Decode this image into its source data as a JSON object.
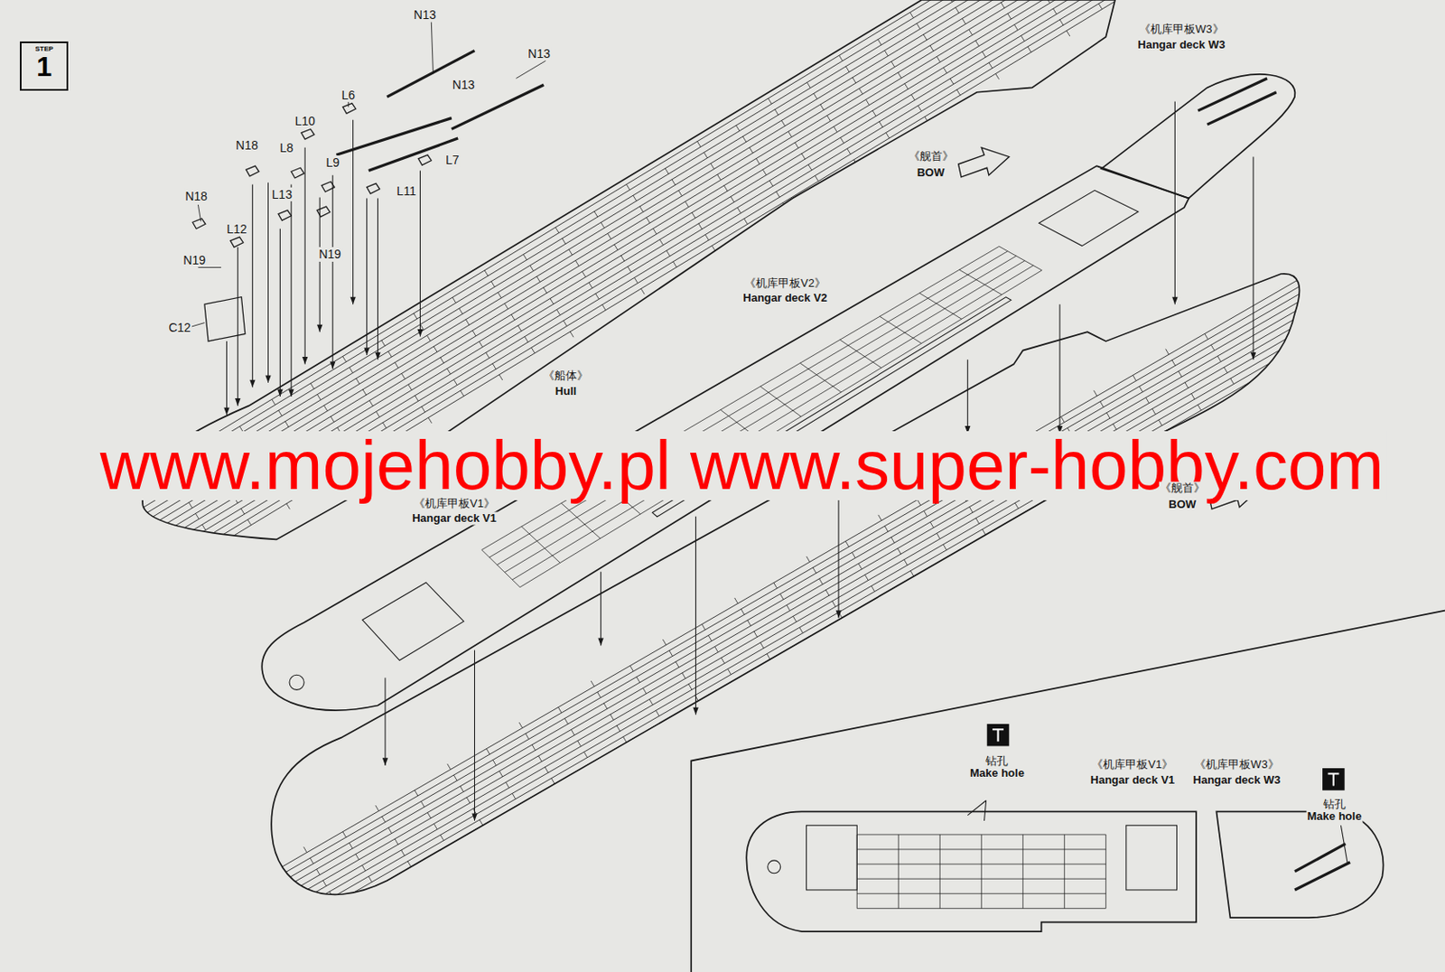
{
  "diagram": {
    "nodes": [
      {
        "text": [
          "STEP",
          "1"
        ]
      }
    ],
    "labels": [
      "N13",
      "N13",
      "N13",
      "L6",
      "L10",
      "N18",
      "L8",
      "L9",
      "L7",
      "N18",
      "L13",
      "L11",
      "L12",
      "N19",
      "N19",
      "C12",
      "《机库甲板W3》",
      "Hangar deck W3",
      "《舰首》",
      "BOW",
      "《机库甲板V2》",
      "Hangar deck V2",
      "《船体》",
      "Hull",
      "www.mojehobby.pl www.super-hobby.com",
      "《机库甲板V1》",
      "Hangar deck V1",
      "《舰首》",
      "BOW",
      "钻孔",
      "Make hole",
      "《机库甲板V1》",
      "Hangar deck V1",
      "《机库甲板W3》",
      "Hangar deck W3",
      "钻孔",
      "Make hole"
    ]
  }
}
